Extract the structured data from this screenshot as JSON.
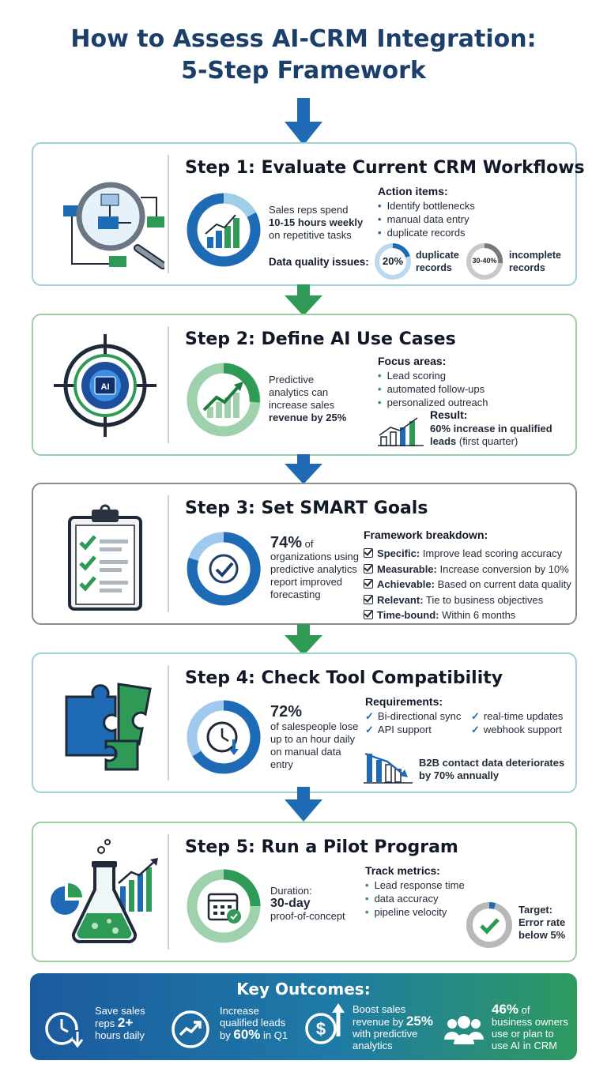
{
  "title": {
    "line1": "How to Assess AI-CRM Integration:",
    "line2": "5-Step Framework"
  },
  "colors": {
    "navy": "#1b3e6b",
    "blue": "#1e6ab5",
    "green": "#2f9a56",
    "teal": "#9fcfd8"
  },
  "steps": [
    {
      "title": "Step 1: Evaluate Current CRM Workflows",
      "icon": "magnifier-workflow-icon",
      "stat": {
        "line1": "Sales reps spend",
        "line2": "10-15 hours weekly",
        "line3": "on repetitive tasks"
      },
      "action_head": "Action items:",
      "actions": [
        "Identify bottlenecks",
        "manual data entry",
        "duplicate records"
      ],
      "quality_label": "Data quality issues:",
      "quality": [
        {
          "value": "20%",
          "fraction": 0.2,
          "label1": "duplicate",
          "label2": "records"
        },
        {
          "value": "30-40%",
          "fraction": 0.35,
          "label1": "incomplete",
          "label2": "records"
        }
      ]
    },
    {
      "title": "Step 2: Define AI Use Cases",
      "icon": "ai-brain-target-icon",
      "stat": {
        "line1": "Predictive",
        "line2": "analytics can",
        "line3": "increase sales",
        "line4": "revenue by 25%"
      },
      "focus_head": "Focus areas:",
      "focus": [
        "Lead scoring",
        "automated follow-ups",
        "personalized outreach"
      ],
      "result_head": "Result:",
      "result_value": "60%",
      "result_line1": "increase in qualified",
      "result_line2": "leads",
      "result_line3": "(first quarter)"
    },
    {
      "title": "Step 3: Set SMART Goals",
      "icon": "clipboard-checklist-icon",
      "stat": {
        "value": "74%",
        "of": "of",
        "line1": "organizations using",
        "line2": "predictive analytics",
        "line3": "report improved",
        "line4": "forecasting"
      },
      "framework_head": "Framework breakdown:",
      "framework": [
        {
          "term": "Specific:",
          "desc": "Improve lead scoring accuracy"
        },
        {
          "term": "Measurable:",
          "desc": "Increase conversion by 10%"
        },
        {
          "term": "Achievable:",
          "desc": "Based on current data quality"
        },
        {
          "term": "Relevant:",
          "desc": "Tie to business objectives"
        },
        {
          "term": "Time-bound:",
          "desc": "Within 6 months"
        }
      ]
    },
    {
      "title": "Step 4: Check Tool Compatibility",
      "icon": "puzzle-pieces-icon",
      "stat": {
        "value": "72%",
        "line1": "of salespeople lose",
        "line2": "up to an hour daily",
        "line3": "on manual data",
        "line4": "entry"
      },
      "req_head": "Requirements:",
      "requirements": [
        "Bi-directional sync",
        "API support",
        "real-time updates",
        "webhook support"
      ],
      "decay_line1": "B2B contact data deteriorates",
      "decay_line2": "by 70% annually"
    },
    {
      "title": "Step 5: Run a Pilot Program",
      "icon": "flask-chart-icon",
      "stat": {
        "line1": "Duration:",
        "line2": "30-day",
        "line3": "proof-of-concept"
      },
      "track_head": "Track metrics:",
      "metrics": [
        "Lead response time",
        "data accuracy",
        "pipeline velocity"
      ],
      "target_line1": "Target:",
      "target_line2": "Error rate",
      "target_line3": "below 5%"
    }
  ],
  "outcomes": {
    "heading": "Key Outcomes:",
    "items": [
      {
        "icon": "clock-down-icon",
        "line1": "Save sales",
        "line2a": "reps",
        "highlight": "2+",
        "line3": "hours daily"
      },
      {
        "icon": "trend-up-icon",
        "line1": "Increase",
        "line2": "qualified leads",
        "line3a": "by",
        "highlight": "60%",
        "line3b": "in Q1"
      },
      {
        "icon": "dollar-up-icon",
        "line1": "Boost sales",
        "line2a": "revenue by",
        "highlight": "25%",
        "line3": "with predictive",
        "line4": "analytics"
      },
      {
        "icon": "people-group-icon",
        "highlight": "46%",
        "of": "of",
        "line2": "business owners",
        "line3": "use or plan to",
        "line4": "use AI in CRM"
      }
    ]
  }
}
